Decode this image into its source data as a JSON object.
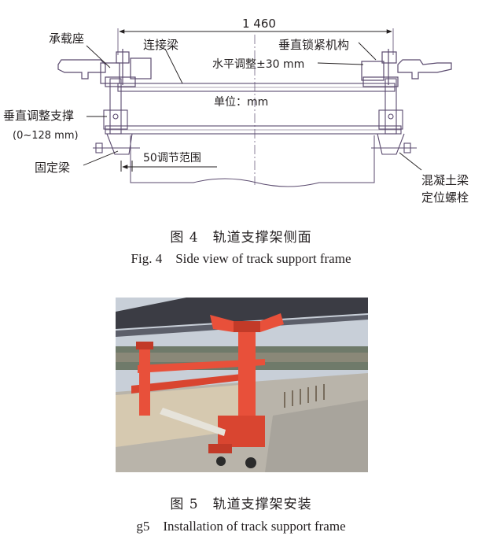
{
  "figure4": {
    "dimension": "1 460",
    "labels": {
      "bearing_seat": "承载座",
      "connecting_beam": "连接梁",
      "vertical_lock": "垂直锁紧机构",
      "horizontal_adjust": "水平调整±30 mm",
      "unit": "单位：mm",
      "vertical_support": "垂直调整支撑",
      "vertical_support_range": "(0~128 mm)",
      "fixed_beam": "固定梁",
      "adjust_range": "50调节范围",
      "bolt_line1": "混凝土梁",
      "bolt_line2": "定位螺栓"
    },
    "caption_cn": "图 4　轨道支撑架侧面",
    "caption_en": "Fig. 4　Side view of track support frame"
  },
  "figure5": {
    "caption_cn": "图 5　轨道支撑架安装",
    "caption_en": "g5　Installation of track support frame"
  },
  "colors": {
    "line": "#5a4a6e",
    "frame_red": "#e8503a",
    "sky": "#c8cfd8",
    "concrete": "#b9b4aa",
    "ground": "#d6c9b0",
    "rail": "#3b3c44"
  }
}
